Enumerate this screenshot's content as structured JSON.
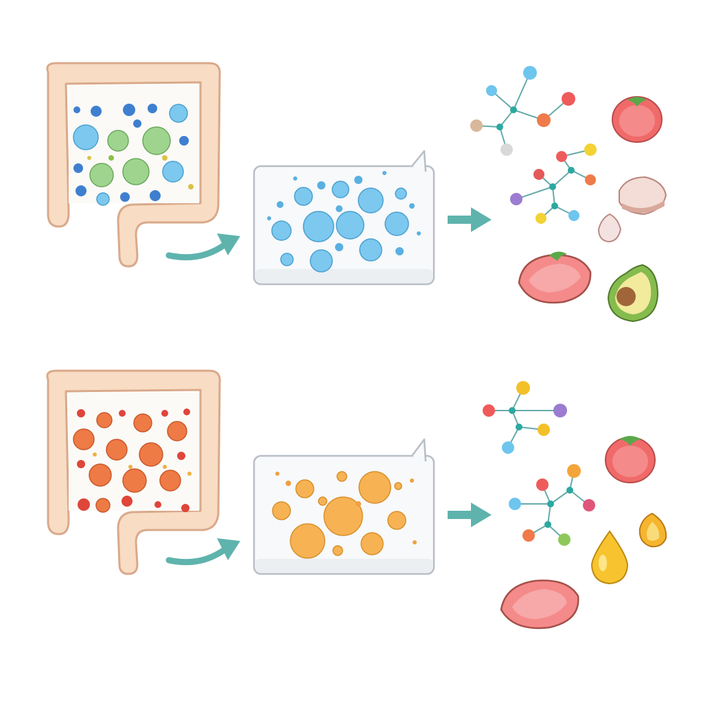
{
  "palette": {
    "background": "#ffffff",
    "intestine_fill": "#f8dcc4",
    "intestine_stroke": "#d9a98a",
    "arrow": "#5fb3ad",
    "container_fill": "#f7f9fb",
    "container_stroke": "#b8bec6",
    "blue_bubble": "#7cc8ee",
    "green_bubble": "#9fd48f",
    "orange_bubble": "#ee7a45",
    "amber_bubble": "#f7b254"
  },
  "rows": [
    {
      "id": "top",
      "gut_particles": "blue-green",
      "container_bubbles": "blue",
      "molecules": [
        "molecule-icon",
        "molecule-icon",
        "molecule-icon"
      ],
      "foods": [
        "tomato-icon",
        "white-meat-icon",
        "garlic-icon",
        "steak-icon",
        "avocado-icon"
      ]
    },
    {
      "id": "bottom",
      "gut_particles": "orange",
      "container_bubbles": "amber",
      "molecules": [
        "molecule-icon",
        "molecule-icon"
      ],
      "foods": [
        "tomato-icon",
        "oil-drop-icon",
        "almond-icon",
        "steak-icon"
      ]
    }
  ]
}
